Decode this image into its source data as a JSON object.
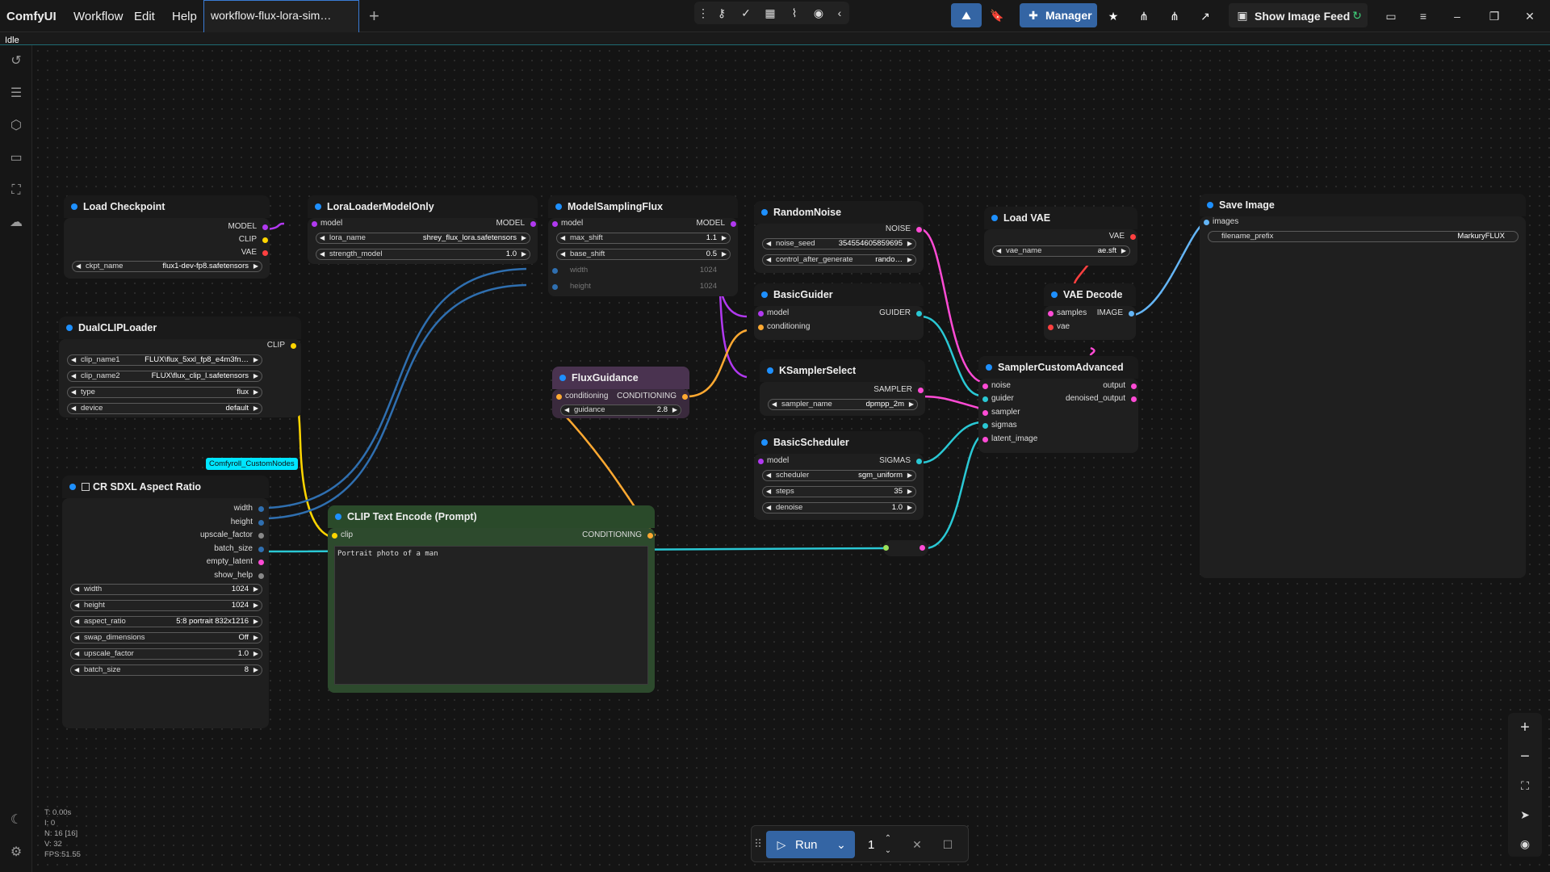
{
  "menu": {
    "logo": "ComfyUI",
    "items": [
      "Workflow",
      "Edit",
      "Help"
    ],
    "tab": "workflow-flux-lora-sim…",
    "new_tab": "+"
  },
  "right_menu": {
    "manager": "Manager",
    "image_feed": "Show Image Feed"
  },
  "status": "Idle",
  "nodes": {
    "load_checkpoint": {
      "title": "Load Checkpoint",
      "outputs": [
        "MODEL",
        "CLIP",
        "VAE"
      ],
      "ckpt_label": "ckpt_name",
      "ckpt_value": "flux1-dev-fp8.safetensors"
    },
    "lora": {
      "title": "LoraLoaderModelOnly",
      "in": "model",
      "out": "MODEL",
      "w1l": "lora_name",
      "w1v": "shrey_flux_lora.safetensors",
      "w2l": "strength_model",
      "w2v": "1.0"
    },
    "msf": {
      "title": "ModelSamplingFlux",
      "in": "model",
      "out": "MODEL",
      "w1l": "max_shift",
      "w1v": "1.1",
      "w2l": "base_shift",
      "w2v": "0.5",
      "w3l": "width",
      "w3v": "1024",
      "w4l": "height",
      "w4v": "1024"
    },
    "random_noise": {
      "title": "RandomNoise",
      "out": "NOISE",
      "w1l": "noise_seed",
      "w1v": "354554605859695",
      "w2l": "control_after_generate",
      "w2v": "rando…"
    },
    "load_vae": {
      "title": "Load VAE",
      "out": "VAE",
      "w1l": "vae_name",
      "w1v": "ae.sft"
    },
    "save_image": {
      "title": "Save Image",
      "in": "images",
      "w1l": "filename_prefix",
      "w1v": "MarkuryFLUX"
    },
    "dual_clip": {
      "title": "DualCLIPLoader",
      "out": "CLIP",
      "w1l": "clip_name1",
      "w1v": "FLUX\\flux_5xxl_fp8_e4m3fn…",
      "w2l": "clip_name2",
      "w2v": "FLUX\\flux_clip_l.safetensors",
      "w3l": "type",
      "w3v": "flux",
      "w4l": "device",
      "w4v": "default"
    },
    "basic_guider": {
      "title": "BasicGuider",
      "in1": "model",
      "in2": "conditioning",
      "out": "GUIDER"
    },
    "vae_decode": {
      "title": "VAE Decode",
      "in1": "samples",
      "in2": "vae",
      "out": "IMAGE"
    },
    "flux_guidance": {
      "title": "FluxGuidance",
      "in": "conditioning",
      "out": "CONDITIONING",
      "w1l": "guidance",
      "w1v": "2.8"
    },
    "ksampler_select": {
      "title": "KSamplerSelect",
      "out": "SAMPLER",
      "w1l": "sampler_name",
      "w1v": "dpmpp_2m"
    },
    "sca": {
      "title": "SamplerCustomAdvanced",
      "ins": [
        "noise",
        "guider",
        "sampler",
        "sigmas",
        "latent_image"
      ],
      "outs": [
        "output",
        "denoised_output"
      ]
    },
    "basic_scheduler": {
      "title": "BasicScheduler",
      "in": "model",
      "out": "SIGMAS",
      "w1l": "scheduler",
      "w1v": "sgm_uniform",
      "w2l": "steps",
      "w2v": "35",
      "w3l": "denoise",
      "w3v": "1.0"
    },
    "cr_sdxl": {
      "title": "CR SDXL Aspect Ratio",
      "badge": "Comfyroll_CustomNodes",
      "outs": [
        "width",
        "height",
        "upscale_factor",
        "batch_size",
        "empty_latent",
        "show_help"
      ],
      "w1l": "width",
      "w1v": "1024",
      "w2l": "height",
      "w2v": "1024",
      "w3l": "aspect_ratio",
      "w3v": "5:8 portrait 832x1216",
      "w4l": "swap_dimensions",
      "w4v": "Off",
      "w5l": "upscale_factor",
      "w5v": "1.0",
      "w6l": "batch_size",
      "w6v": "8"
    },
    "clip_text": {
      "title": "CLIP Text Encode (Prompt)",
      "in": "clip",
      "out": "CONDITIONING",
      "prompt": "Portrait photo of a man"
    }
  },
  "stats": [
    "T: 0.00s",
    "I: 0",
    "N: 16 [16]",
    "V: 32",
    "FPS:51.55"
  ],
  "run": {
    "label": "Run",
    "count": "1"
  },
  "colors": {
    "model": "#b139f0",
    "clip": "#ffd500",
    "vae": "#ff4040",
    "cond": "#ffa931",
    "latent": "#ff6ef0",
    "image": "#64b5f6",
    "noise": "#2ac8d4",
    "int": "#2f6fb0"
  }
}
